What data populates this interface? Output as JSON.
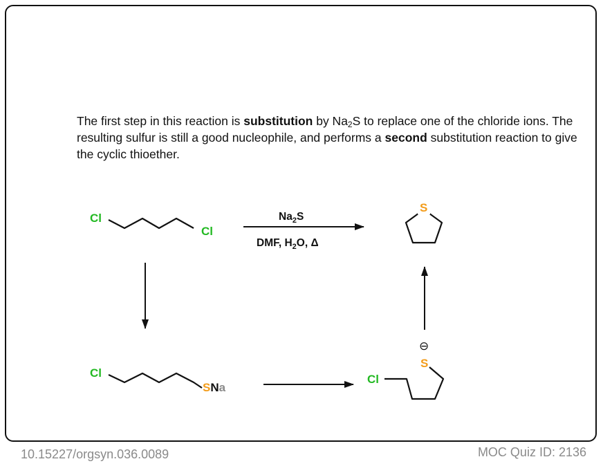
{
  "explanation": {
    "part1": "The first step in this reaction is ",
    "bold1": "substitution",
    "part2": " by Na",
    "sub1": "2",
    "part3": "S to replace one of the chloride ions. The resulting sulfur is still a good nucleophile, and performs a ",
    "bold2": "second",
    "part4": " substitution reaction to give the cyclic thioether."
  },
  "reagents": {
    "top_main": "Na",
    "top_sub": "2",
    "top_end": "S",
    "bottom_pre": "DMF, H",
    "bottom_sub": "2",
    "bottom_post": "O, Δ"
  },
  "atoms": {
    "chlorine": "Cl",
    "sulfur": "S",
    "sodium_n": "N",
    "sodium_a": "a",
    "minus": "⊖"
  },
  "footer": {
    "doi": "10.15227/orgsyn.036.0089",
    "quiz_id": "MOC Quiz ID: 2136"
  },
  "colors": {
    "chlorine": "#22b922",
    "sulfur": "#f39c1a",
    "sodium_a": "#8a8a8a",
    "text": "#111111",
    "footer": "#8a8a8a"
  }
}
